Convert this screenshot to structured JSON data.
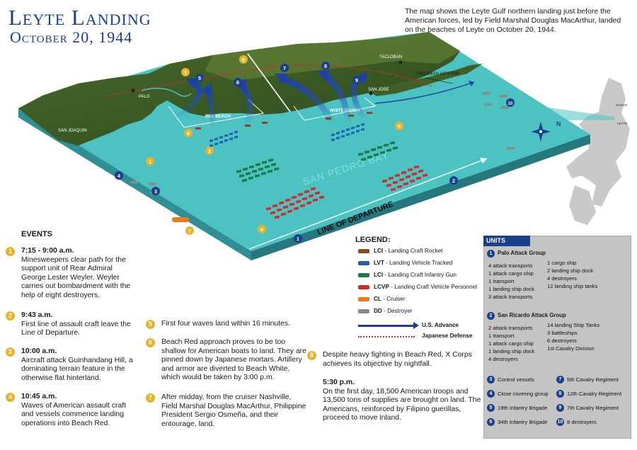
{
  "title": {
    "line1": "Leyte Landing",
    "line2": "October 20, 1944"
  },
  "intro": "The map shows the Leyte Gulf northern landing just before the American forces, led by Field Marshal Douglas MacArthur, landed on the beaches of Leyte on October 20, 1944.",
  "map_labels": {
    "red_beach": "RED BEACH",
    "white_beach": "WHITE BEACH",
    "palo": "PALO",
    "san_joaquin": "SAN JOAQUIN",
    "tacloban": "TACLOBAN",
    "san_jose": "SAN JOSE",
    "tacloban_airstrip": "TACLOBAN AIRSTRIP",
    "san_pedro_bay": "SAN PEDRO BAY",
    "line_of_departure": "LINE OF DEPARTURE",
    "leyte": "LEYTE",
    "samar": "SAMAR",
    "compass": "N"
  },
  "markers": [
    "1",
    "2",
    "3",
    "4",
    "5",
    "6",
    "7",
    "8",
    "9",
    "10"
  ],
  "events_heading": "EVENTS",
  "events": [
    {
      "n": "1",
      "time": "7:15 - 9:00 a.m.",
      "text": "Minesweepers clear path for the support unit of Rear Admiral George Lester Weyler. Weyler carries out bombardment with the help of eight destroyers."
    },
    {
      "n": "2",
      "time": "9:43 a.m.",
      "text": "First line of assault craft leave the Line of Departure."
    },
    {
      "n": "3",
      "time": "10:00 a.m.",
      "text": "Aircraft attack Guinhandang Hill, a dominating terrain feature in the otherwise flat hinterland."
    },
    {
      "n": "4",
      "time": "10:45 a.m.",
      "text": "Waves of American assault craft and vessels commence landing operations into Beach Red."
    },
    {
      "n": "5",
      "time": "",
      "text": "First four waves land within 16 minutes."
    },
    {
      "n": "6",
      "time": "",
      "text": "Beach Red approach proves to be too shallow for American boats to land. They are pinned down by Japanese mortars. Artillery and armor are diverted to Beach White, which would be taken by 3:00 p.m."
    },
    {
      "n": "7",
      "time": "",
      "text": "After midday, from the cruiser Nashville, Field Marshal Douglas MacArthur, Philippine President Sergio Osmeña, and their entourage, land."
    },
    {
      "n": "8",
      "time": "",
      "text": "Despite heavy fighting in Beach Red, X Corps achieves its objective by nightfall."
    },
    {
      "n": "",
      "time": "5:30 p.m.",
      "text": "On the first day, 18,500 American troops and 13,500 tons of supplies are brought on land. The Americans, reinforced by Filipino guerillas, proceed to move inland."
    }
  ],
  "legend": {
    "heading": "LEGEND:",
    "items": [
      {
        "code": "LCI",
        "desc": " - Landing Craft Rocket",
        "color": "#8a4a2a"
      },
      {
        "code": "LVT",
        "desc": " - Landing Vehicle Tracked",
        "color": "#1f5fb0"
      },
      {
        "code": "LCI",
        "desc": " - Landing Craft Infantry Gun",
        "color": "#1e7a45"
      },
      {
        "code": "LCVP",
        "desc": " - Landing Craft Vehicle Personnel",
        "color": "#d42a2a"
      },
      {
        "code": "CL",
        "desc": " - Cruiser",
        "color": "#e57b22"
      },
      {
        "code": "DD",
        "desc": " - Destroyer",
        "color": "#888888"
      }
    ],
    "advance": "U.S. Advance",
    "defense": "Japanese Defense"
  },
  "units": {
    "heading": "UNITS",
    "palo": {
      "n": "1",
      "title": "Palo Attack Group",
      "col1": [
        "4 attack transports",
        "1 attack cargo ship",
        "1 transport",
        "1 landing ship dock",
        "3 attack transports"
      ],
      "col2": [
        "1 cargo ship",
        "2 landing ship dock",
        "4 destroyers",
        "12 landing ship tanks"
      ]
    },
    "san_ricardo": {
      "n": "2",
      "title": "San Ricardo Attack Group",
      "col1": [
        "2 attack transports",
        "1 transport",
        "1 attack cargo ship",
        "1 landing ship dock",
        "4 destroyers"
      ],
      "col2": [
        "14 landing Ship Tanks",
        "3 battleships",
        "6 destroyers",
        "1st Cavalry Division"
      ]
    },
    "keys_left": [
      {
        "n": "3",
        "label": "Control vessels"
      },
      {
        "n": "4",
        "label": "Close covering group"
      },
      {
        "n": "5",
        "label": "19th Infantry Brigade"
      },
      {
        "n": "6",
        "label": "34th Infantry Brigade"
      }
    ],
    "keys_right": [
      {
        "n": "7",
        "label": "5th Cavalry Regiment"
      },
      {
        "n": "8",
        "label": "12th Cavalry Regiment"
      },
      {
        "n": "9",
        "label": "7th Cavalry Regiment"
      },
      {
        "n": "10",
        "label": "8 destroyers"
      }
    ]
  },
  "colors": {
    "title": "#1b3f8f",
    "sea": "#4cc3c2",
    "sea_side": "#2f8f94",
    "land": "#3b5a25",
    "marker_gold": "#e7b328",
    "marker_blue": "#1b3f8f",
    "lvt": "#1f5fb0",
    "lci_gun": "#1e7a45",
    "lcvp": "#d42a2a"
  }
}
